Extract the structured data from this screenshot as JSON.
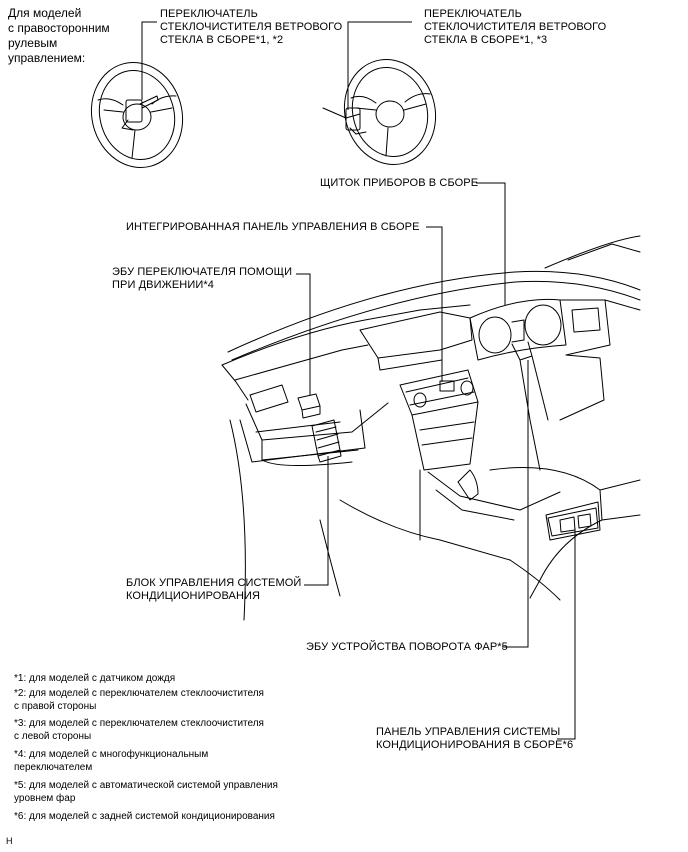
{
  "side_note": "Для моделей\nс правосторонним\nрулевым\nуправлением:",
  "callouts": {
    "wiper_switch_rh": "ПЕРЕКЛЮЧАТЕЛЬ\nСТЕКЛОЧИСТИТЕЛЯ ВЕТРОВОГО\nСТЕКЛА В СБОРЕ*1, *2",
    "wiper_switch_lh": "ПЕРЕКЛЮЧАТЕЛЬ\nСТЕКЛОЧИСТИТЕЛЯ ВЕТРОВОГО\nСТЕКЛА В СБОРЕ*1, *3",
    "combination_meter": "ЩИТОК ПРИБОРОВ В СБОРЕ",
    "integrated_panel": "ИНТЕГРИРОВАННАЯ ПАНЕЛЬ УПРАВЛЕНИЯ В СБОРЕ",
    "driving_support_ecu": "ЭБУ ПЕРЕКЛЮЧАТЕЛЯ ПОМОЩИ\nПРИ ДВИЖЕНИИ*4",
    "ac_amplifier": "БЛОК УПРАВЛЕНИЯ СИСТЕМОЙ\nКОНДИЦИОНИРОВАНИЯ",
    "headlight_swivel_ecu": "ЭБУ УСТРОЙСТВА ПОВОРОТА ФАР*5",
    "rear_ac_panel": "ПАНЕЛЬ УПРАВЛЕНИЯ СИСТЕМЫ\nКОНДИЦИОНИРОВАНИЯ В СБОРЕ*6"
  },
  "footnotes": [
    "*1: для моделей с датчиком дождя",
    "*2: для моделей с переключателем стеклоочистителя\nс правой стороны",
    "*3: для моделей с переключателем стеклоочистителя\nс левой стороны",
    "*4: для моделей с многофункциональным\nпереключателем",
    "*5: для моделей с автоматической системой управления\nуровнем фар",
    "*6: для моделей с задней системой кондиционирования"
  ],
  "corner_mark": "H"
}
